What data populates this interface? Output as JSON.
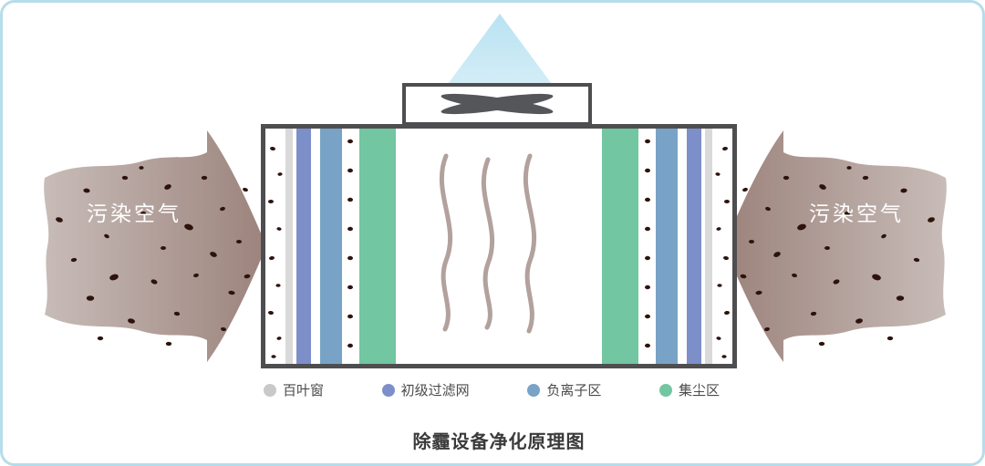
{
  "title": "除霾设备净化原理图",
  "arrows": {
    "left_label": "污染空气",
    "right_label": "污染空气"
  },
  "legend": {
    "items": [
      {
        "label": "百叶窗",
        "color": "#c9c9c9"
      },
      {
        "label": "初级过滤网",
        "color": "#7d8fc9"
      },
      {
        "label": "负离子区",
        "color": "#78a3c6"
      },
      {
        "label": "集尘区",
        "color": "#72c6a2"
      }
    ]
  },
  "colors": {
    "frame_border": "#b5ddec",
    "device_outline": "#4e4e50",
    "louver_stripe": "#d9d9d9",
    "primary_filter_stripe": "#7d8fc9",
    "negative_ion_stripe": "#78a3c6",
    "dust_collect_stripe": "#72c6a2",
    "particle": "#2e130d",
    "airflow_line": "#b2a19c",
    "fan_blade": "#55565a",
    "arrow_light": "#c8bcb8",
    "arrow_dark": "#9c837c",
    "up_arrow_top": "#b9e2f1",
    "up_arrow_bottom": "#e4f4fb"
  }
}
